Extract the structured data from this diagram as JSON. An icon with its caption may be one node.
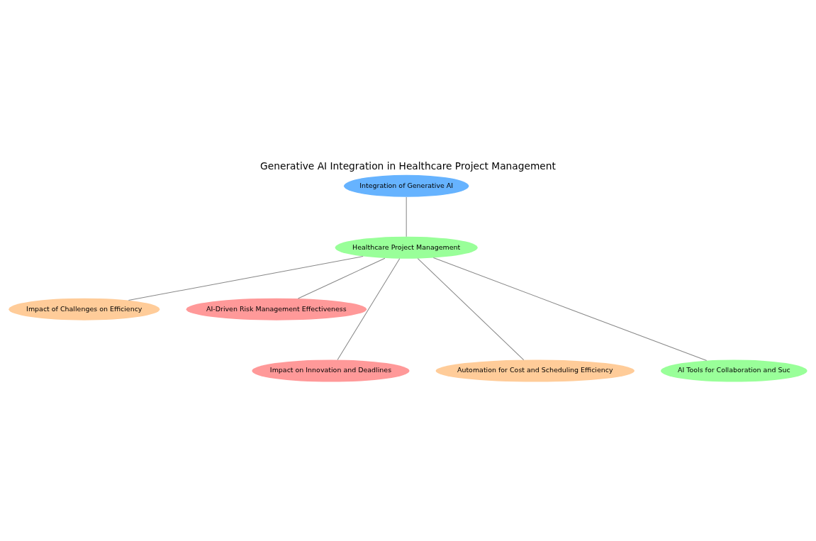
{
  "diagram": {
    "title": "Generative AI Integration in Healthcare Project Management",
    "nodes": [
      {
        "text": [
          "Integration of Generative AI"
        ]
      },
      {
        "text": [
          "Healthcare Project Management"
        ]
      },
      {
        "text": [
          "Impact of Challenges on Efficiency"
        ]
      },
      {
        "text": [
          "AI-Driven Risk Management Effectiveness"
        ]
      },
      {
        "text": [
          "Impact on Innovation and Deadlines"
        ]
      },
      {
        "text": [
          "Automation for Cost and Scheduling Efficiency"
        ]
      },
      {
        "text": [
          "AI Tools for Collaboration and Suc"
        ]
      }
    ],
    "edges": [
      {
        "from": 0,
        "to": 1,
        "arrow": "none"
      },
      {
        "from": 1,
        "to": 2,
        "arrow": "none"
      },
      {
        "from": 1,
        "to": 4,
        "arrow": "none"
      },
      {
        "from": 1,
        "to": 5,
        "arrow": "none"
      },
      {
        "from": 1,
        "to": 3,
        "arrow": "none"
      },
      {
        "from": 1,
        "to": 6,
        "arrow": "none"
      }
    ]
  }
}
